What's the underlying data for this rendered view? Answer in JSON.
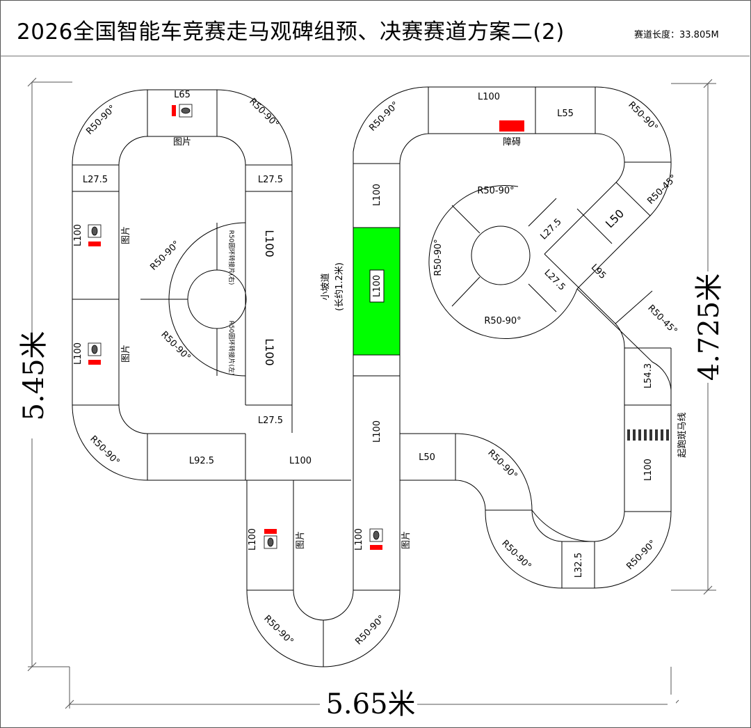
{
  "title": "2026全国智能车竞赛走马观碑组预、决赛赛道方案二(2)",
  "track_length": "赛道长度：33.805M",
  "dimensions": {
    "height_left": "5.45米",
    "height_right": "4.725米",
    "width_bottom": "5.65米"
  },
  "labels": {
    "top_left_arc_left": "R50-90°",
    "top_left_arc_right": "R50-90°",
    "l65": "L65",
    "picture_top": "图片",
    "l27_5_a": "L27.5",
    "l27_5_b": "L27.5",
    "l100_left_1": "L100",
    "l100_left_2": "L100",
    "picture_left_1": "图片",
    "picture_left_2": "图片",
    "ring_arc_top": "R50-90°",
    "ring_arc_bottom": "R50-90°",
    "ring_entry_right": "R50圆环转接片(右)",
    "ring_entry_left": "R50圆环转接片(左)",
    "l100_ring_1": "L100",
    "l100_ring_2": "L100",
    "l27_5_c": "L27.5",
    "bottom_left_arc": "R50-90°",
    "l92_5": "L92.5",
    "l100_bottom": "L100",
    "l100_lower_1": "L100",
    "l100_lower_2": "L100",
    "picture_lower_1": "图片",
    "picture_lower_2": "图片",
    "hairpin_arc_left": "R50-90°",
    "hairpin_arc_right": "R50-90°",
    "center_arc": "R50-90°",
    "l100_center_top": "L100",
    "slope_title": "小坡道",
    "slope_note": "(长约1.2米)",
    "slope_l100": "L100",
    "l100_center_bottom": "L100",
    "l50_bottom": "L50",
    "right_arc_1": "R50-90°",
    "right_arc_2": "R50-90°",
    "l32_5": "L32.5",
    "top_right_l100": "L100",
    "l55": "L55",
    "obstacle": "障碍",
    "top_right_arc": "R50-90°",
    "r50_45_top": "R50-45°",
    "l50_diag": "L50",
    "inner_arc_top": "R50-90°",
    "inner_arc_left": "R50-90°",
    "inner_arc_bottom": "R50-90°",
    "l27_5_d": "L27.5",
    "l27_5_e": "L27.5",
    "l95": "L95",
    "r50_45_bottom": "R50-45°",
    "l54_3": "L54.3",
    "zebra": "起跑斑马线",
    "l100_right": "L100"
  },
  "colors": {
    "track_line": "#000000",
    "marker_red": "#ff0000",
    "slope_green": "#00ff00",
    "dim_line": "#555555"
  },
  "icons": {
    "picture_marker": "grayscale-image-icon",
    "obstacle_block": "red-rectangle"
  }
}
